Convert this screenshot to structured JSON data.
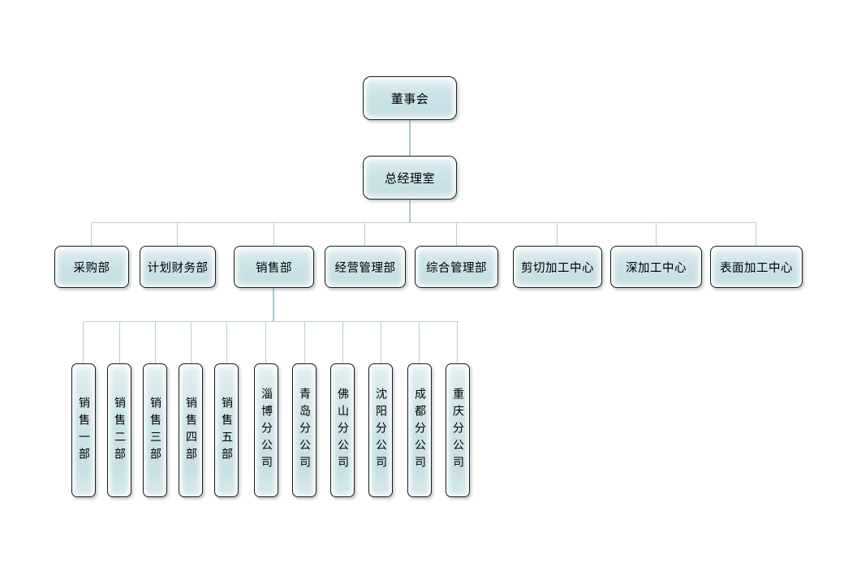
{
  "org_chart": {
    "type": "org-tree",
    "background": "#ffffff",
    "node_fill": "#cde4e8",
    "node_border": "#1b1b1b",
    "connector_color": "#b7d1d6",
    "root": {
      "label": "董事会"
    },
    "executive": {
      "label": "总经理室"
    },
    "departments": [
      {
        "label": "采购部"
      },
      {
        "label": "计划财务部"
      },
      {
        "label": "销售部"
      },
      {
        "label": "经营管理部"
      },
      {
        "label": "综合管理部"
      },
      {
        "label": "剪切加工中心"
      },
      {
        "label": "深加工中心"
      },
      {
        "label": "表面加工中心"
      }
    ],
    "sales_parent": "销售部",
    "sales_subunits": [
      {
        "label": "销售一部"
      },
      {
        "label": "销售二部"
      },
      {
        "label": "销售三部"
      },
      {
        "label": "销售四部"
      },
      {
        "label": "销售五部"
      },
      {
        "label": "淄博分公司"
      },
      {
        "label": "青岛分公司"
      },
      {
        "label": "佛山分公司"
      },
      {
        "label": "沈阳分公司"
      },
      {
        "label": "成都分公司"
      },
      {
        "label": "重庆分公司"
      }
    ]
  }
}
